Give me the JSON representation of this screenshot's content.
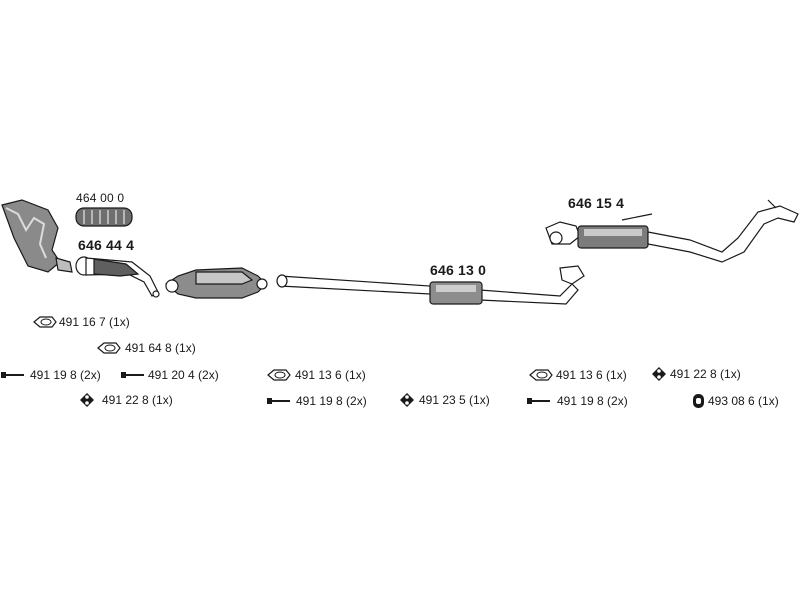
{
  "colors": {
    "ink": "#1a1a1a",
    "part_fill": "#7a7a7a",
    "part_light": "#c8c8c8",
    "pipe": "#ffffff"
  },
  "parts": {
    "flex_pipe": "464 00 0",
    "front_pipe": "646 44 4",
    "middle_silencer": "646 13 0",
    "rear_silencer": "646 15 4"
  },
  "accessories": {
    "a1": "491 16 7 (1x)",
    "a2": "491 64 8 (1x)",
    "a3": "491 19 8 (2x)",
    "a4": "491 20 4 (2x)",
    "a5": "491 22 8 (1x)",
    "a6": "491 13 6 (1x)",
    "a7": "491 19 8 (2x)",
    "a8": "491 23 5 (1x)",
    "a9": "491 13 6 (1x)",
    "a10": "491 22 8 (1x)",
    "a11": "491 19 8 (2x)",
    "a12": "493 08 6 (1x)"
  },
  "icons": [
    "gasket-ring-icon",
    "bolt-icon",
    "rubber-hanger-icon",
    "clamp-ring-icon"
  ]
}
